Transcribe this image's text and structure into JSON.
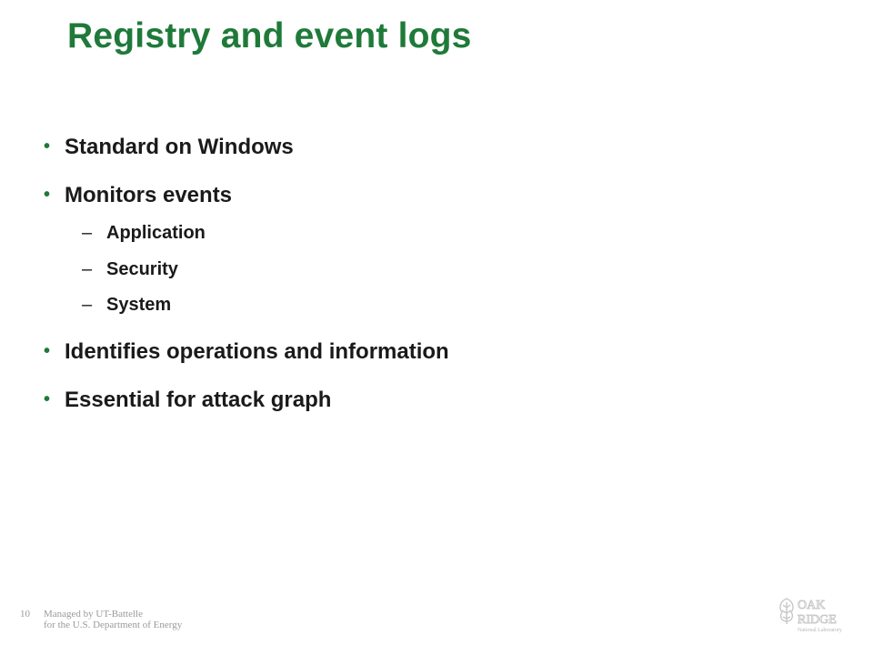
{
  "slide": {
    "title": "Registry and event logs",
    "bullets": [
      {
        "text": "Standard on Windows"
      },
      {
        "text": "Monitors events",
        "sub": [
          "Application",
          "Security",
          "System"
        ]
      },
      {
        "text": "Identifies operations and information"
      },
      {
        "text": "Essential for attack graph"
      }
    ],
    "bullet_glyph": "•",
    "sub_glyph": "–"
  },
  "footer": {
    "page_number": "10",
    "line1": "Managed by UT-Battelle",
    "line2": "for the U.S. Department of Energy"
  },
  "logo": {
    "icon": "oak-ridge-leaf-icon",
    "text_oak": "OAK",
    "text_ridge": "RIDGE",
    "text_lab": "National Laboratory"
  },
  "colors": {
    "title": "#1f7a3a",
    "text": "#1a1a1a",
    "footer": "#9a9a9a",
    "logo": "#c8c8c8"
  }
}
